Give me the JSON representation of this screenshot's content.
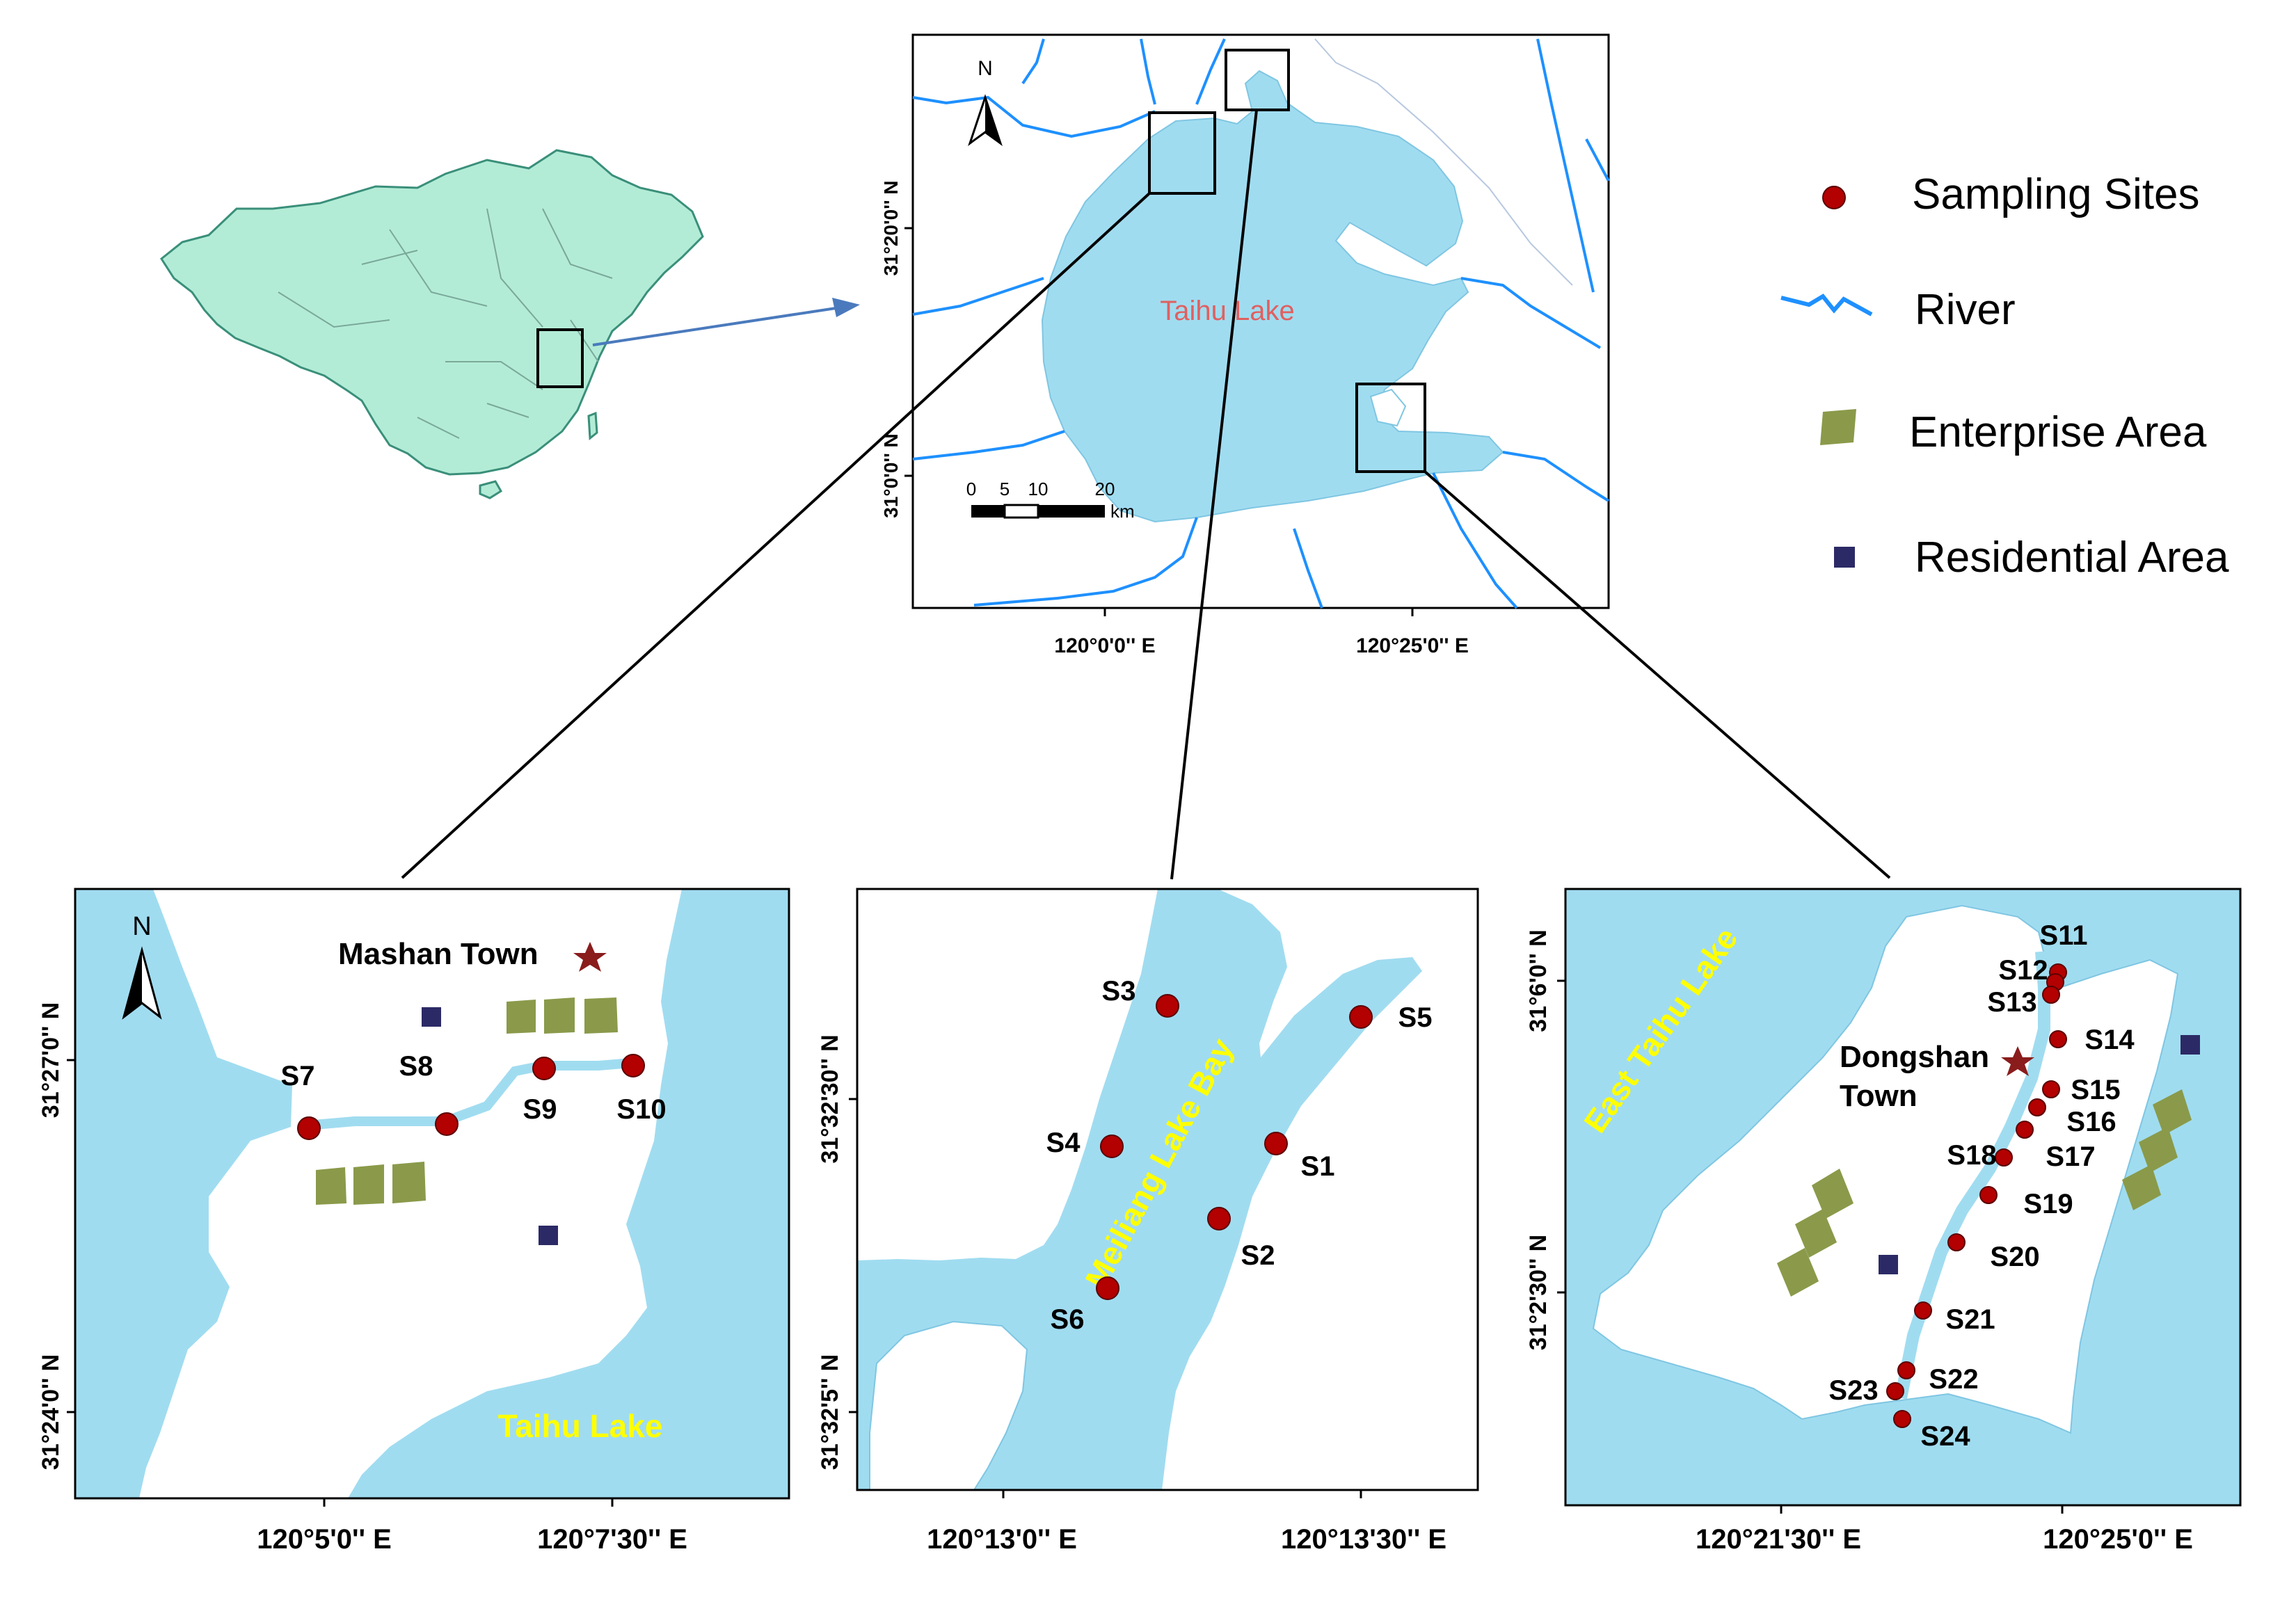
{
  "figure": {
    "legend": {
      "items": [
        {
          "label": "Sampling Sites",
          "symbol": "sampling-site-icon",
          "color": "#b30000"
        },
        {
          "label": "River",
          "symbol": "river-icon",
          "color": "#1e90ff"
        },
        {
          "label": "Enterprise Area",
          "symbol": "enterprise-area-icon",
          "color": "#8a9a4a"
        },
        {
          "label": "Residential Area",
          "symbol": "residential-area-icon",
          "color": "#2c2a66"
        }
      ]
    },
    "colors": {
      "water": "#a0dcf0",
      "river": "#1e90ff",
      "site": "#b30000",
      "enterprise": "#8a9a4a",
      "residential": "#2c2a66",
      "china_fill": "#b3ecd6",
      "callout": "#000000",
      "lake_label_yellow": "#ffff00",
      "taihu_label": "#e06060"
    },
    "regional_map": {
      "lake_label": "Taihu Lake",
      "north": "N",
      "scale": {
        "ticks": [
          "0",
          "5",
          "10",
          "20"
        ],
        "unit": "km"
      },
      "lat_ticks": [
        "31°20'0'' N",
        "31°0'0'' N"
      ],
      "lon_ticks": [
        "120°0'0'' E",
        "120°25'0'' E"
      ]
    },
    "panel_left": {
      "north": "N",
      "town": "Mashan Town",
      "lake_label": "Taihu Lake",
      "sites": [
        "S7",
        "S8",
        "S9",
        "S10"
      ],
      "lat_ticks": [
        "31°27'0'' N",
        "31°24'0'' N"
      ],
      "lon_ticks": [
        "120°5'0'' E",
        "120°7'30'' E"
      ]
    },
    "panel_middle": {
      "bay_label": "Meiliang Lake Bay",
      "sites": [
        "S1",
        "S2",
        "S3",
        "S4",
        "S5",
        "S6"
      ],
      "lat_ticks": [
        "31°32'30'' N",
        "31°32'5'' N"
      ],
      "lon_ticks": [
        "120°13'0'' E",
        "120°13'30'' E"
      ]
    },
    "panel_right": {
      "lake_label": "East Taihu Lake",
      "town_line1": "Dongshan",
      "town_line2": "Town",
      "sites": [
        "S11",
        "S12",
        "S13",
        "S14",
        "S15",
        "S16",
        "S17",
        "S18",
        "S19",
        "S20",
        "S21",
        "S22",
        "S23",
        "S24"
      ],
      "lat_ticks": [
        "31°6'0'' N",
        "31°2'30'' N"
      ],
      "lon_ticks": [
        "120°21'30'' E",
        "120°25'0'' E"
      ]
    }
  }
}
